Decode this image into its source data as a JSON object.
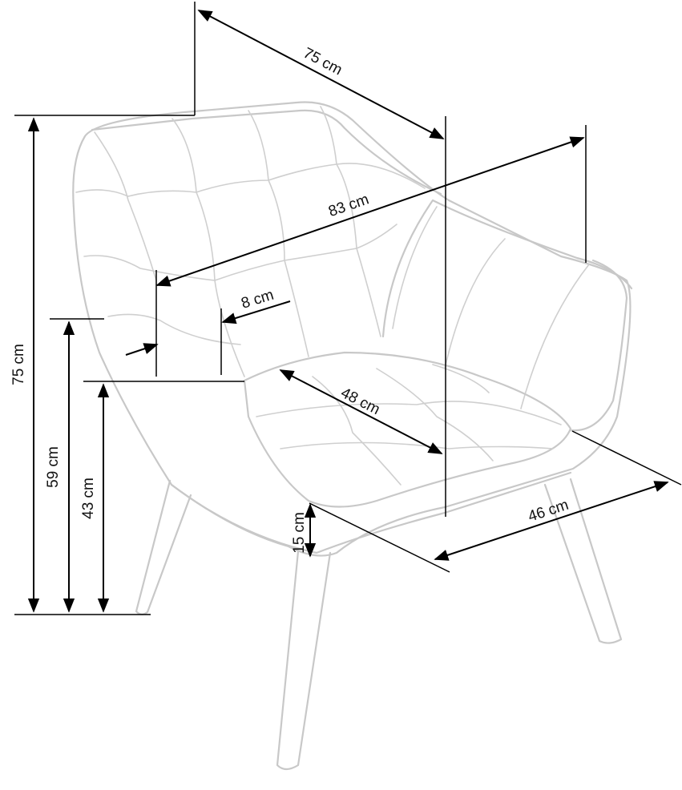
{
  "dimensions": {
    "total_height": "75 cm",
    "depth": "75 cm",
    "width": "83 cm",
    "armrest_height": "59 cm",
    "seat_height": "43 cm",
    "seat_depth": "48 cm",
    "seat_width": "46 cm",
    "backrest_thickness": "8 cm",
    "leg_height": "15 cm"
  },
  "colors": {
    "chair_outline": "#c8c8c8",
    "dimension_lines": "#000000"
  }
}
